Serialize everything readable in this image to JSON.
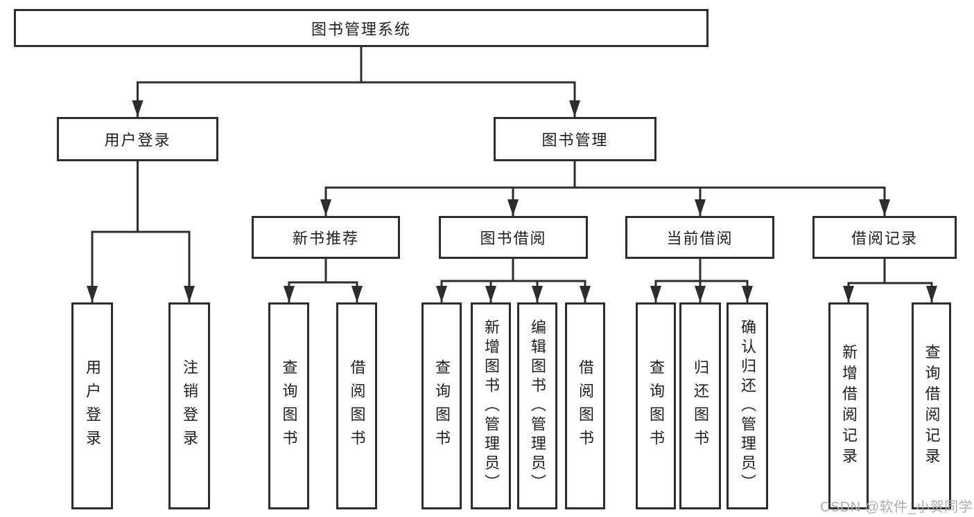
{
  "diagram_title": "图书管理系统",
  "tree": {
    "label": "图书管理系统",
    "children": [
      {
        "label": "用户登录",
        "children": [
          {
            "label": "用户登录"
          },
          {
            "label": "注销登录"
          }
        ]
      },
      {
        "label": "图书管理",
        "children": [
          {
            "label": "新书推荐",
            "children": [
              {
                "label": "查询图书"
              },
              {
                "label": "借阅图书"
              }
            ]
          },
          {
            "label": "图书借阅",
            "children": [
              {
                "label": "查询图书"
              },
              {
                "label": "新增图书（管理员）"
              },
              {
                "label": "编辑图书（管理员）"
              },
              {
                "label": "借阅图书"
              }
            ]
          },
          {
            "label": "当前借阅",
            "children": [
              {
                "label": "查询图书"
              },
              {
                "label": "归还图书"
              },
              {
                "label": "确认归还（管理员）"
              }
            ]
          },
          {
            "label": "借阅记录",
            "children": [
              {
                "label": "新增借阅记录"
              },
              {
                "label": "查询借阅记录"
              }
            ]
          }
        ]
      }
    ]
  },
  "watermark": "CSDN @软件_小贺同学",
  "colors": {
    "line": "#2d2d2d",
    "box_border": "#2d2d2d",
    "text": "#1e1e1e",
    "background": "#ffffff",
    "watermark": "#a9adb3"
  }
}
